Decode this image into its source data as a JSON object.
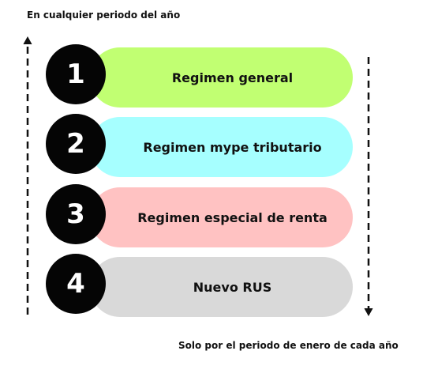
{
  "captions": {
    "top": "En cualquier periodo del año",
    "bottom": "Solo por el periodo de enero de cada año"
  },
  "items": [
    {
      "number": "1",
      "label": "Regimen general",
      "color": "#c1ff72"
    },
    {
      "number": "2",
      "label": "Regimen mype tributario",
      "color": "#a6ffff"
    },
    {
      "number": "3",
      "label": "Regimen especial de renta",
      "color": "#ffc2c2"
    },
    {
      "number": "4",
      "label": "Nuevo RUS",
      "color": "#d9d9d9"
    }
  ],
  "colors": {
    "circle": "#050505",
    "arrow": "#111111"
  }
}
